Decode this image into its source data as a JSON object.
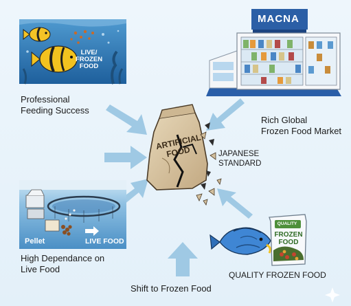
{
  "labels": {
    "professional": [
      "Professional",
      "Feeding Success"
    ],
    "market": [
      "Rich Global",
      "Frozen Food Market"
    ],
    "japanese": [
      "JAPANESE",
      "STANDARD"
    ],
    "live": [
      "High Dependance on",
      "Live Food"
    ],
    "shift": "Shift to Frozen Food",
    "quality": "QUALITY FROZEN FOOD"
  },
  "art_text": {
    "live_frozen": [
      "LIVE/",
      "FROZEN",
      "FOOD"
    ],
    "macna": "MACNA",
    "bag": [
      "ARTIFICIAL",
      "FOOD"
    ],
    "pellet": "Pellet",
    "live_food": "LIVE FOOD",
    "quality_pack": [
      "QUALITY",
      "FROZEN",
      "FOOD"
    ]
  },
  "icons": [
    "arrow-icon",
    "sparkle-icon"
  ],
  "colors": {
    "arrow": "#9fc9e4",
    "water": "#2f79b8",
    "bag": "#d9c6a3"
  }
}
